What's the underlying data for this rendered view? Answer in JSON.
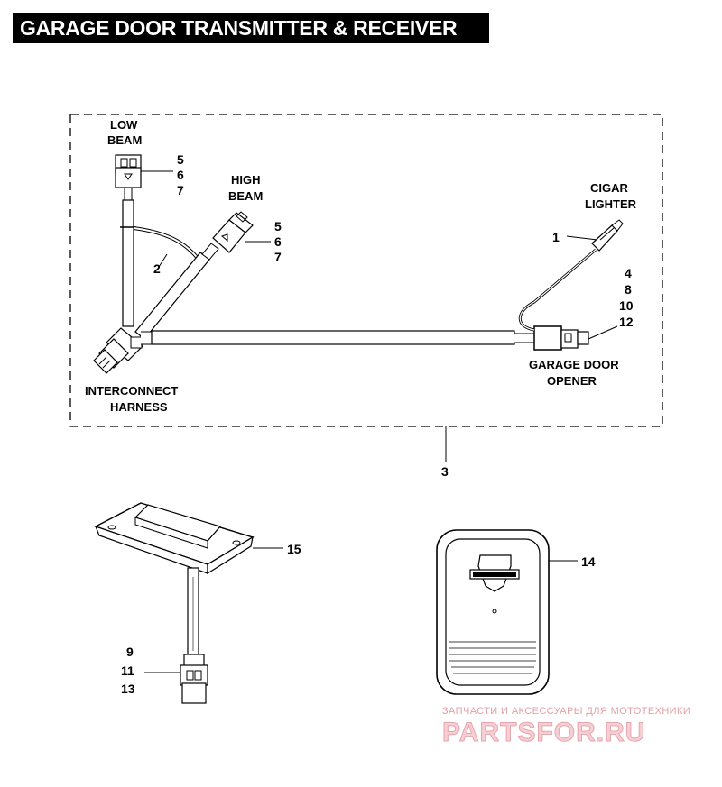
{
  "title": "GARAGE DOOR TRANSMITTER & RECEIVER",
  "labels": {
    "low_beam": [
      "LOW",
      "BEAM"
    ],
    "high_beam": [
      "HIGH",
      "BEAM"
    ],
    "cigar_lighter": [
      "CIGAR",
      "LIGHTER"
    ],
    "interconnect_harness": [
      "INTERCONNECT",
      "HARNESS"
    ],
    "garage_door_opener": [
      "GARAGE DOOR",
      "OPENER"
    ]
  },
  "callouts": {
    "low_beam_parts": [
      "5",
      "6",
      "7"
    ],
    "high_beam_parts": [
      "5",
      "6",
      "7"
    ],
    "harness_branch": "2",
    "cigar_lighter_part": "1",
    "opener_parts": [
      "4",
      "8",
      "10",
      "12"
    ],
    "harness_assembly": "3",
    "receiver_connector_parts": [
      "9",
      "11",
      "13"
    ],
    "receiver_module": "15",
    "transmitter_remote": "14"
  },
  "watermark": {
    "tagline": "ЗАПЧАСТИ И АКСЕССУАРЫ ДЛЯ МОТОТЕХНИКИ",
    "brand": "PARTSFOR.RU"
  }
}
